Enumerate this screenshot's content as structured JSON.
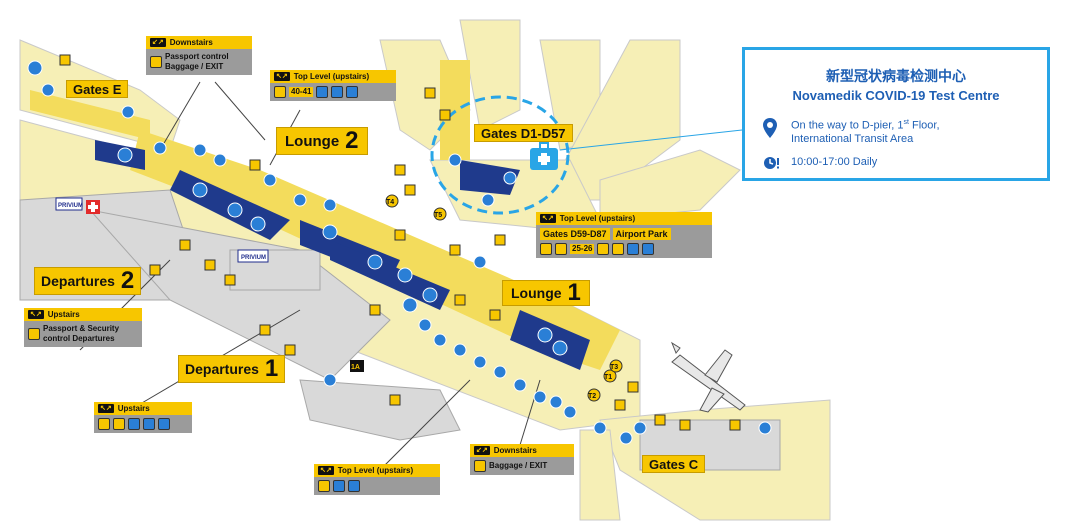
{
  "info_box": {
    "title_cn": "新型冠状病毒检测中心",
    "title_en": "Novamedik COVID-19 Test Centre",
    "location_line1_prefix": "On the way to D-pier, 1",
    "location_line1_sup": "st",
    "location_line1_suffix": " Floor,",
    "location_line2": "International Transit Area",
    "hours": "10:00-17:00 Daily"
  },
  "areas": {
    "gates_e": "Gates E",
    "gates_d1_d57": "Gates D1-D57",
    "gates_d59_d87": "Gates D59-D87",
    "airport_park": "Airport Park",
    "gates_c": "Gates C",
    "lounge_2_label": "Lounge",
    "lounge_2_num": "2",
    "lounge_1_label": "Lounge",
    "lounge_1_num": "1",
    "departures_2_label": "Departures",
    "departures_2_num": "2",
    "departures_1_label": "Departures",
    "departures_1_num": "1",
    "privium": "PRIVIUM"
  },
  "callouts": {
    "c1": {
      "head": "Downstairs",
      "line1": "Passport control",
      "line2": "Baggage / EXIT"
    },
    "c2": {
      "head": "Top Level (upstairs)",
      "badge": "40-41"
    },
    "c3": {
      "head": "Top Level (upstairs)",
      "badge": "25-26"
    },
    "c4": {
      "head": "Upstairs",
      "line1": "Passport & Security",
      "line2": "control Departures"
    },
    "c5": {
      "head": "Upstairs"
    },
    "c6": {
      "head": "Top Level (upstairs)"
    },
    "c7": {
      "head": "Downstairs",
      "line1": "Baggage / EXIT"
    }
  },
  "markers": {
    "t1": "T1",
    "t2": "T2",
    "t3": "T3",
    "t4": "T4",
    "t5": "T5",
    "one_a": "1A"
  },
  "colors": {
    "accent_blue": "#29a5e6",
    "text_blue": "#1e5fb4",
    "label_yellow": "#f7c600",
    "floor_cream": "#f6efb6",
    "walkway_yellow": "#f3dc5c",
    "lounge_navy": "#1f3a8c"
  }
}
